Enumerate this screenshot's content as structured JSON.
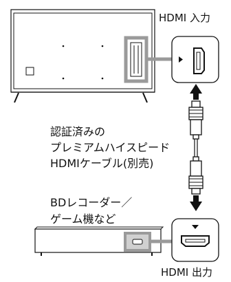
{
  "labels": {
    "hdmi_in": "HDMI 入力",
    "hdmi_out": "HDMI 出力",
    "cable": [
      "認証済みの",
      "プレミアムハイスピード",
      "HDMIケーブル(別売)"
    ],
    "device": [
      "BDレコーダー／",
      "ゲーム機など"
    ]
  },
  "icons": {
    "tv": "tv-icon",
    "hdmi_port_in": "hdmi-port-icon",
    "hdmi_port_out": "hdmi-port-icon",
    "arrow_up": "arrow-up-icon",
    "arrow_down": "arrow-down-icon",
    "cable": "hdmi-cable-icon",
    "recorder": "bd-recorder-icon"
  },
  "colors": {
    "line": "#111111",
    "highlight": "#b9b9b9",
    "port_fill": "#d0d0d0",
    "background": "#ffffff"
  }
}
